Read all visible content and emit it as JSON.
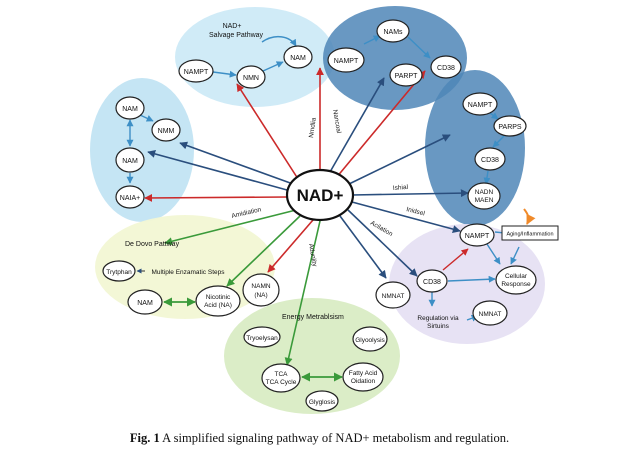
{
  "center": {
    "label": "NAD+"
  },
  "clusters": {
    "salvage": {
      "title_1": "NAD+",
      "title_2": "Salvage Pathway",
      "namp": "NAMPT",
      "nmn": "NMN",
      "nam": "NAM",
      "fill": "#cbe9f6"
    },
    "consuming": {
      "nams": "NAMs",
      "nampt": "NAMPT",
      "parpt": "PARPT",
      "cd38": "CD38",
      "fill": "#4f86b7"
    },
    "right": {
      "nampt": "NAMPT",
      "parps": "PARPS",
      "cd38": "CD38",
      "nadn_1": "NADN",
      "nadn_2": "MAEN",
      "fill": "#4f86b7"
    },
    "left": {
      "nam1": "NAM",
      "nmm": "NMM",
      "nam2": "NAM",
      "naaa": "NAIA+",
      "fill": "#bfe2f3"
    },
    "denovo": {
      "title": "De Dovo Pattway",
      "tryptophan": "Trytphan",
      "multi": "Multiple Enzamatic Steps",
      "nam": "NAM",
      "na_1": "Nicotinic",
      "na_2": "Acid (NA)",
      "fill": "#f2f7d4"
    },
    "energy": {
      "title": "Energy Metrablsism",
      "tryoelysan": "Tryoelysan",
      "glyoolysis": "Glyoolysis",
      "tca_1": "TCA",
      "tca_2": "TCA Cycle",
      "fatty_1": "Fatty Acid",
      "fatty_2": "Oidation",
      "glyglosis": "Glyglosis",
      "fill": "#d9ecc4"
    },
    "regulation": {
      "nampt": "NAMPT",
      "cd38": "CD38",
      "cell_1": "Cellular",
      "cell_2": "Response",
      "reg_1": "Regulation via",
      "reg_2": "Sirtuins",
      "nmnat": "NMNAT",
      "aging": "Aging/Inflammation",
      "fill": "#e6e0f3"
    }
  },
  "standalone": {
    "namn_1": "NAMN",
    "namn_2": "(NA)",
    "nmnat": "NMNAT"
  },
  "edge_labels": {
    "nmdlia": "Nmdlia",
    "nancoal": "Nancoal",
    "ishial": "Ishial",
    "anidiation": "Amidiation",
    "aniloen": "Acilation",
    "inidsel": "Inidsel",
    "adunlity": "Adunlity"
  },
  "colors": {
    "red": "#cc2a2a",
    "navy": "#2a4e7d",
    "green": "#3a9a3a",
    "blue": "#3d8fc6",
    "orange": "#f08a2a"
  },
  "caption": {
    "label": "Fig. 1",
    "text": " A simplified signaling pathway of NAD+ metabolism and regulation."
  }
}
